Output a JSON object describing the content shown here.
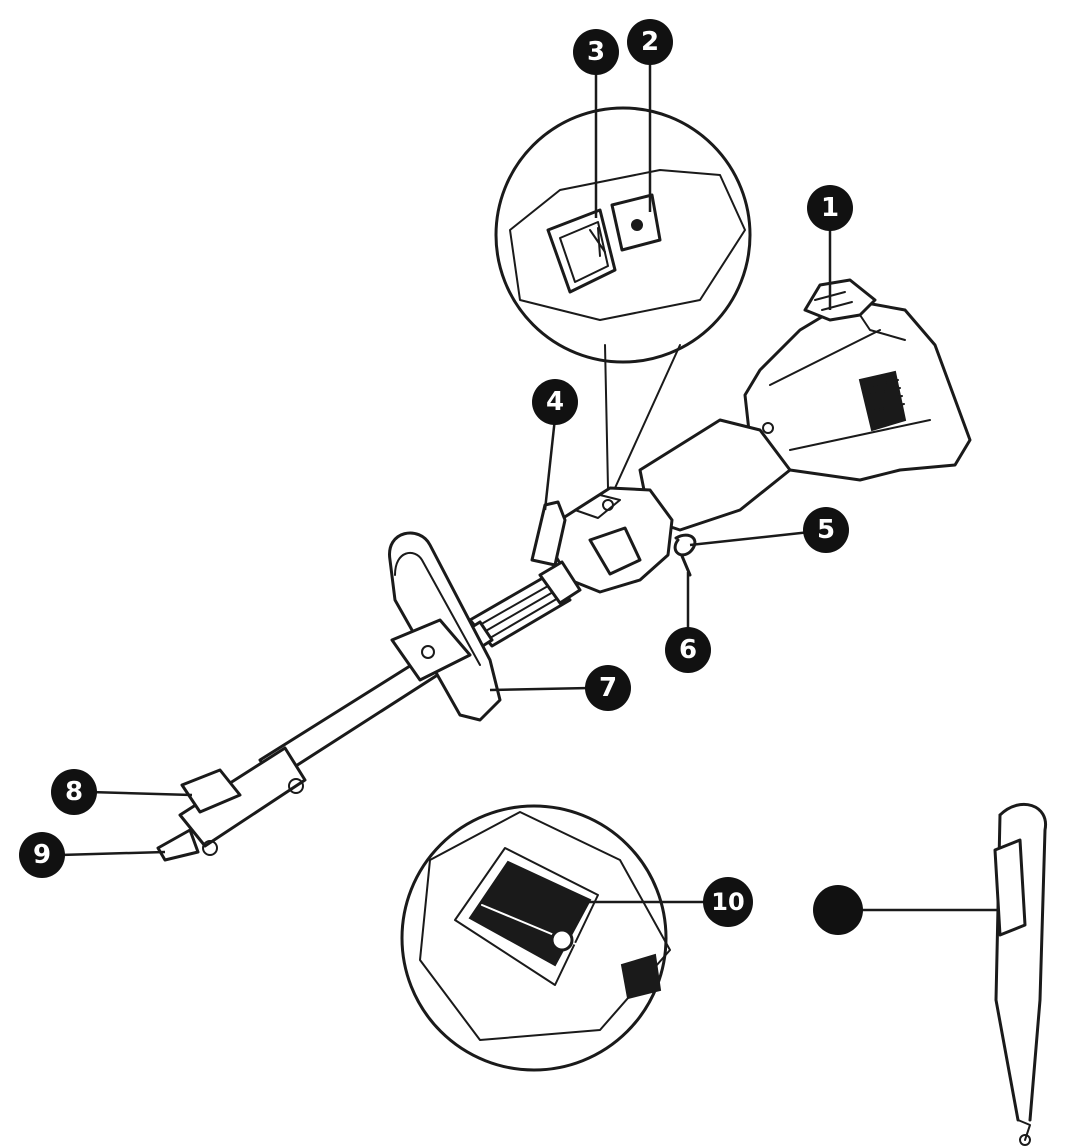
{
  "callouts": [
    {
      "id": "c1",
      "label": "1"
    },
    {
      "id": "c2",
      "label": "2"
    },
    {
      "id": "c3",
      "label": "3"
    },
    {
      "id": "c4",
      "label": "4"
    },
    {
      "id": "c5",
      "label": "5"
    },
    {
      "id": "c6",
      "label": "6"
    },
    {
      "id": "c7",
      "label": "7"
    },
    {
      "id": "c8",
      "label": "8"
    },
    {
      "id": "c9",
      "label": "9"
    },
    {
      "id": "c10",
      "label": "10"
    },
    {
      "id": "c11",
      "label": ""
    }
  ],
  "colors": {
    "ink": "#1a1a1a",
    "callout_fill": "#111111",
    "callout_text": "#ffffff",
    "background": "#ffffff"
  }
}
